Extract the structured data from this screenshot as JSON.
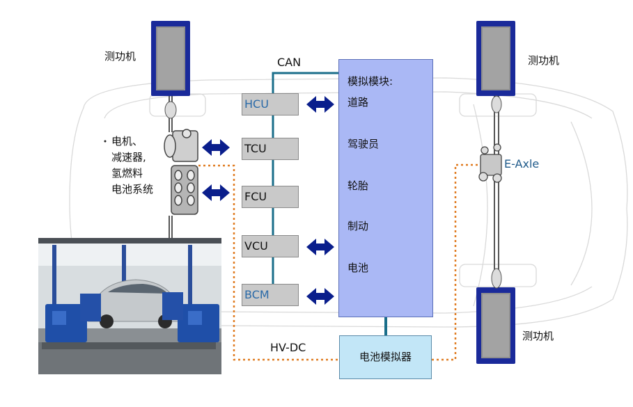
{
  "labels": {
    "dyno_top_left": "测功机",
    "dyno_top_right": "测功机",
    "dyno_bottom_right": "测功机",
    "powertrain_lines": [
      "电机、",
      "减速器,",
      "氢燃料",
      "电池系统"
    ],
    "can": "CAN",
    "hv_dc": "HV-DC",
    "e_axle": "E-Axle"
  },
  "ecus": [
    "HCU",
    "TCU",
    "FCU",
    "VCU",
    "BCM"
  ],
  "sim_module": {
    "title": "模拟模块:",
    "items": [
      "道路",
      "驾驶员",
      "轮胎",
      "制动",
      "电池"
    ]
  },
  "battery_simulator": "电池模拟器",
  "colors": {
    "ecu_fill": "#c9c9c9",
    "sim_fill": "#aab8f5",
    "battery_fill": "#c2e6f7",
    "arrow": "#0a1e8c",
    "dyno_frame": "#1a2a9a",
    "can_bus": "#1a6e8a",
    "hv_dashed": "#e07b20"
  }
}
